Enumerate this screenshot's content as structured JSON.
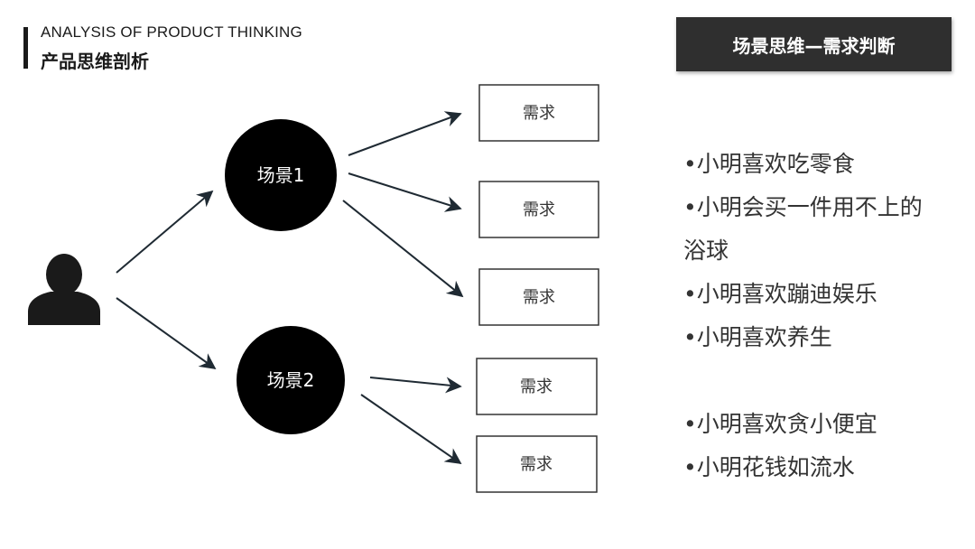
{
  "header": {
    "title_en": "ANALYSIS OF PRODUCT THINKING",
    "title_zh": "产品思维剖析"
  },
  "side_panel": {
    "title": "场景思维—需求判断",
    "bullets_group1": [
      "•小明喜欢吃零食",
      "•小明会买一件用不上的浴球",
      "•小明喜欢蹦迪娱乐",
      "•小明喜欢养生"
    ],
    "bullets_group2": [
      "•小明喜欢贪小便宜",
      "•小明花钱如流水"
    ]
  },
  "diagram": {
    "user_icon": "user-silhouette-icon",
    "scenes": [
      {
        "label": "场景1",
        "needs": [
          "需求",
          "需求",
          "需求"
        ]
      },
      {
        "label": "场景2",
        "needs": [
          "需求",
          "需求"
        ]
      }
    ]
  },
  "colors": {
    "node_fill": "#000000",
    "arrow": "#1f2a33",
    "title_box_bg": "#2f2f2f",
    "box_border": "#333333"
  }
}
